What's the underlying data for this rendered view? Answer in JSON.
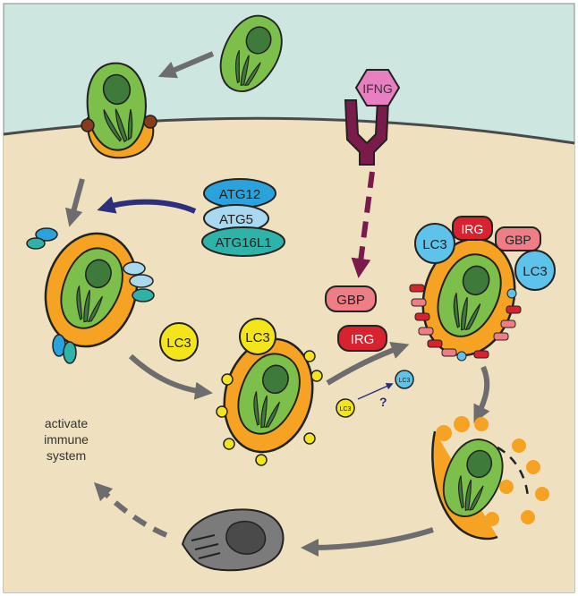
{
  "labels": {
    "ifng": "IFNG",
    "atg12": "ATG12",
    "atg5": "ATG5",
    "atg16l1": "ATG16L1",
    "lc3": "LC3",
    "lc3_small": "LC3",
    "gbp": "GBP",
    "irg": "IRG",
    "question": "?",
    "activate_line1": "activate",
    "activate_line2": "immune",
    "activate_line3": "system"
  },
  "colors": {
    "extracellular": "#cde6df",
    "cytoplasm": "#efe1bf",
    "membrane_line": "#4a4a4a",
    "parasite_green": "#7cc04b",
    "nucleus": "#3e7a3a",
    "vacuole_orange": "#f6a323",
    "atg12": "#2aa3dc",
    "atg5": "#a9d9ee",
    "atg16l1": "#2fb3a8",
    "lc3_yellow": "#f4e51b",
    "lc3_blue": "#5ec3ea",
    "gbp_pink": "#ee7d85",
    "irg_red": "#d9222f",
    "ifng_pink": "#e77fc0",
    "receptor": "#7a1b4b",
    "arrow_gray": "#6d6d6d",
    "arrow_navy": "#2b2f7c",
    "dead_gray": "#7b7b7b"
  }
}
